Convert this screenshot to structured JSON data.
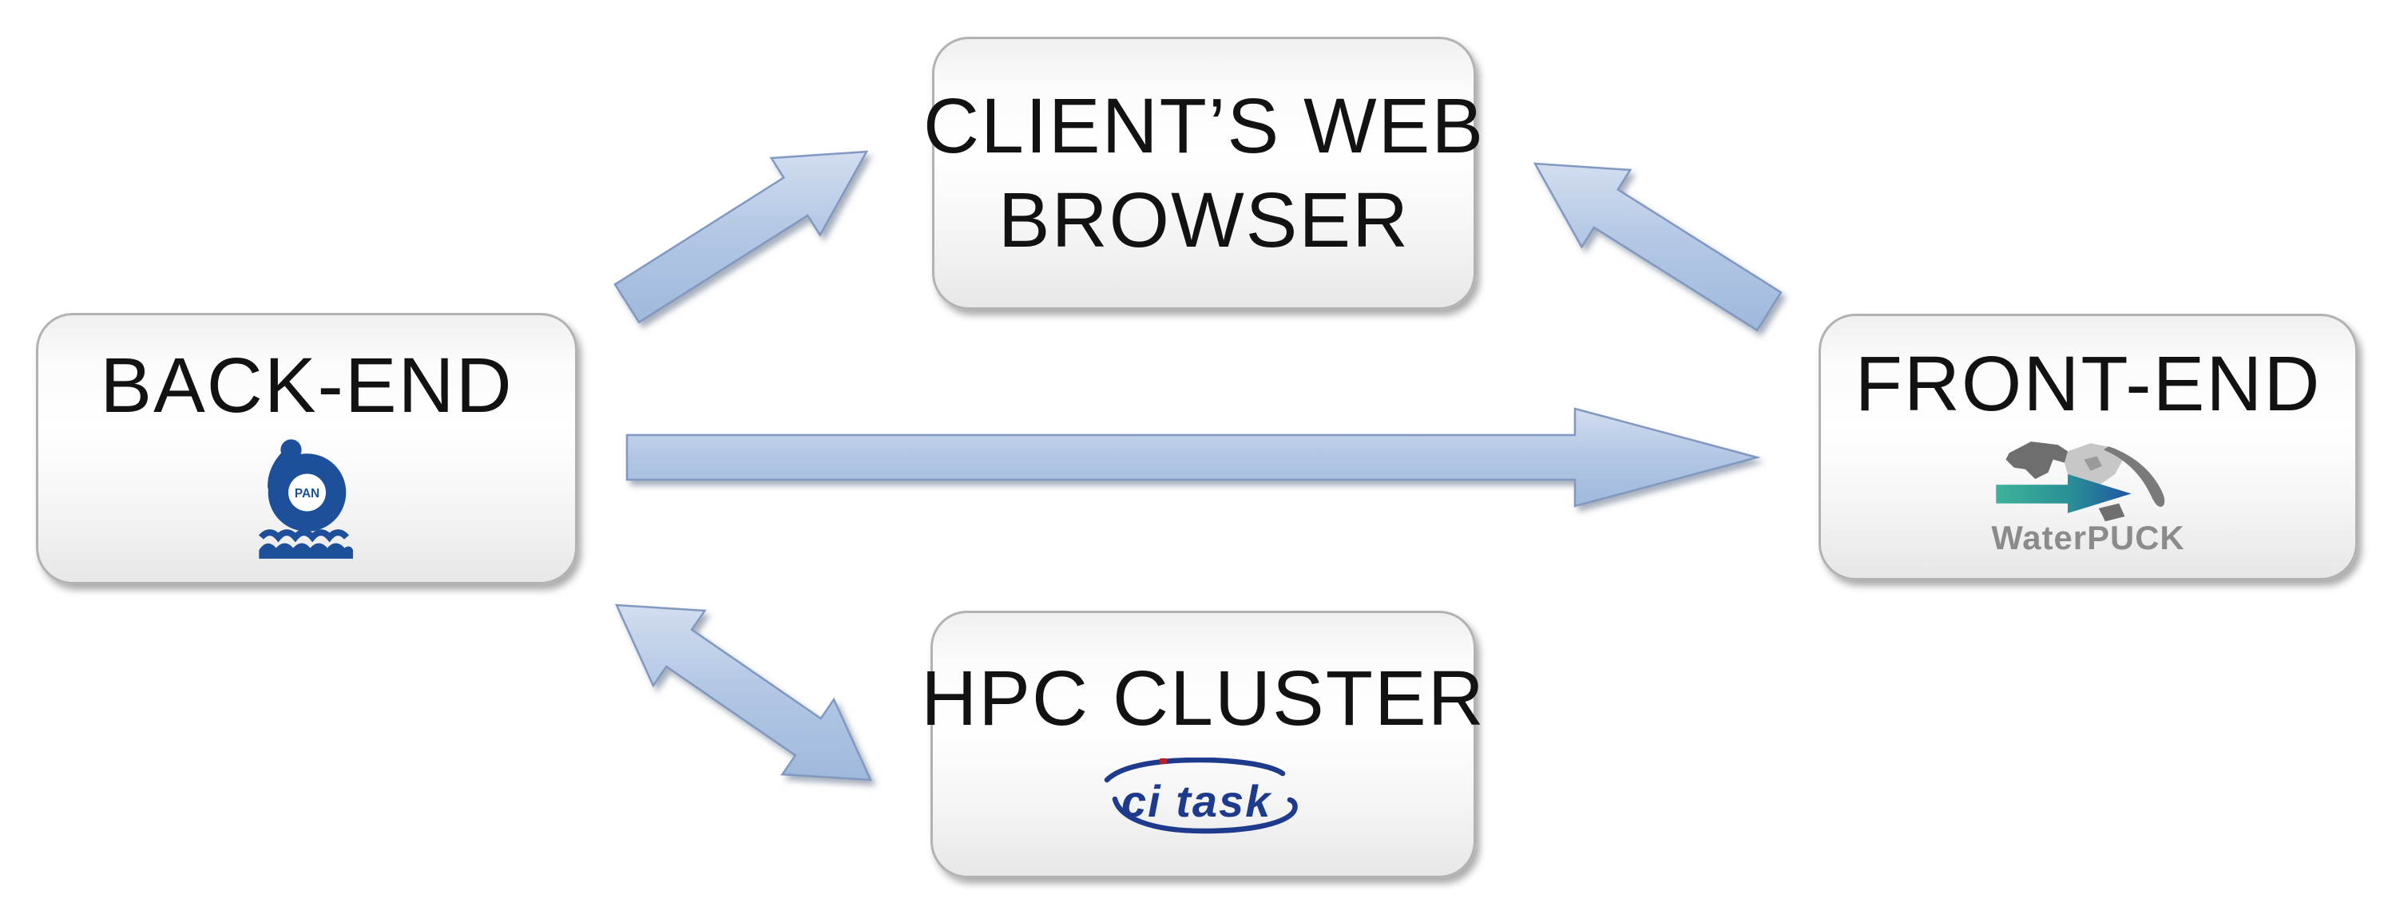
{
  "boxes": {
    "backend": {
      "title": "BACK-END",
      "logo_name": "IO PAN logo",
      "logo_text": "PAN"
    },
    "client_browser": {
      "title_line1": "CLIENT’S WEB",
      "title_line2": "BROWSER"
    },
    "frontend": {
      "title": "FRONT-END",
      "logo_name": "WaterPUCK logo",
      "logo_text": "WaterPUCK"
    },
    "hpc_cluster": {
      "title": "HPC CLUSTER",
      "logo_name": "CI TASK logo",
      "logo_text": "ci task"
    }
  },
  "arrows": [
    {
      "name": "backend-to-client-browser",
      "from": "BACK-END",
      "to": "CLIENT’S WEB BROWSER",
      "bidirectional": false,
      "direction": "up-right"
    },
    {
      "name": "frontend-to-client-browser",
      "from": "FRONT-END",
      "to": "CLIENT’S WEB BROWSER",
      "bidirectional": false,
      "direction": "up-left"
    },
    {
      "name": "backend-to-frontend",
      "from": "BACK-END",
      "to": "FRONT-END",
      "bidirectional": false,
      "direction": "right"
    },
    {
      "name": "backend-hpc-cluster",
      "from": "BACK-END",
      "to": "HPC CLUSTER",
      "bidirectional": true,
      "direction": "diagonal"
    }
  ],
  "colors": {
    "arrow_fill_top": "#ccd9ec",
    "arrow_fill_bottom": "#9fb9dc",
    "arrow_stroke": "#8199c0",
    "box_border": "#b2b2b2",
    "title_text": "#121212",
    "iopan_blue": "#1d4f9b",
    "citask_navy": "#1e3a8c",
    "citask_red": "#b32025",
    "waterpuck_teal": "#35ad93",
    "waterpuck_blue": "#1f55a4",
    "waterpuck_text_grey": "#8b8b8b",
    "map_dark_grey": "#6e6e6e",
    "map_light_grey": "#c7c7c7"
  }
}
